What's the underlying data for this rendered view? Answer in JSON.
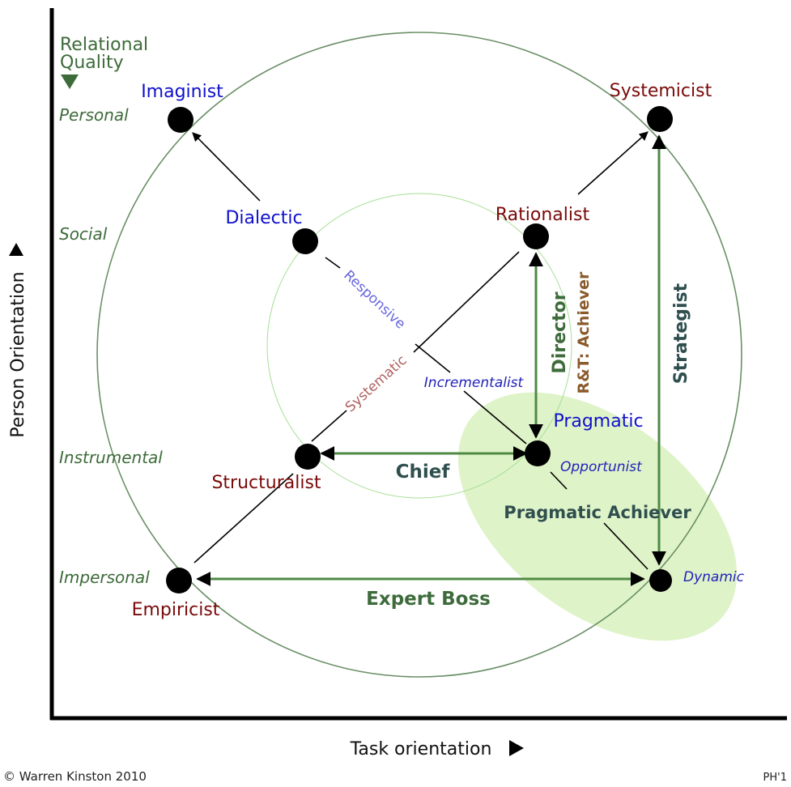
{
  "axes": {
    "y_title": "Person Orientation",
    "x_title": "Task orientation",
    "relational_heading_line1": "Relational",
    "relational_heading_line2": "Quality",
    "levels": [
      "Personal",
      "Social",
      "Instrumental",
      "Impersonal"
    ]
  },
  "nodes": {
    "imaginist": "Imaginist",
    "systemicist": "Systemicist",
    "dialectic": "Dialectic",
    "rationalist": "Rationalist",
    "pragmatic": "Pragmatic",
    "structuralist": "Structuralist",
    "empiricist": "Empiricist"
  },
  "line_labels": {
    "responsive": "Responsive",
    "systematic": "Systematic",
    "incrementalist": "Incrementalist",
    "opportunist": "Opportunist",
    "dynamic": "Dynamic"
  },
  "roles": {
    "chief": "Chief",
    "director": "Director",
    "rt_achiever": "R&T: Achiever",
    "strategist": "Strategist",
    "pragmatic_achiever": "Pragmatic Achiever",
    "expert_boss": "Expert Boss"
  },
  "footer": {
    "copyright": "© Warren Kinston 2010",
    "page_id": "PH'1"
  },
  "colors": {
    "blue_label": "#1010cc",
    "red_label": "#7a0a0a",
    "green": "#3d6b3a",
    "arrow_green": "#4f8a45",
    "ellipse_fill": "#dff3c8"
  }
}
